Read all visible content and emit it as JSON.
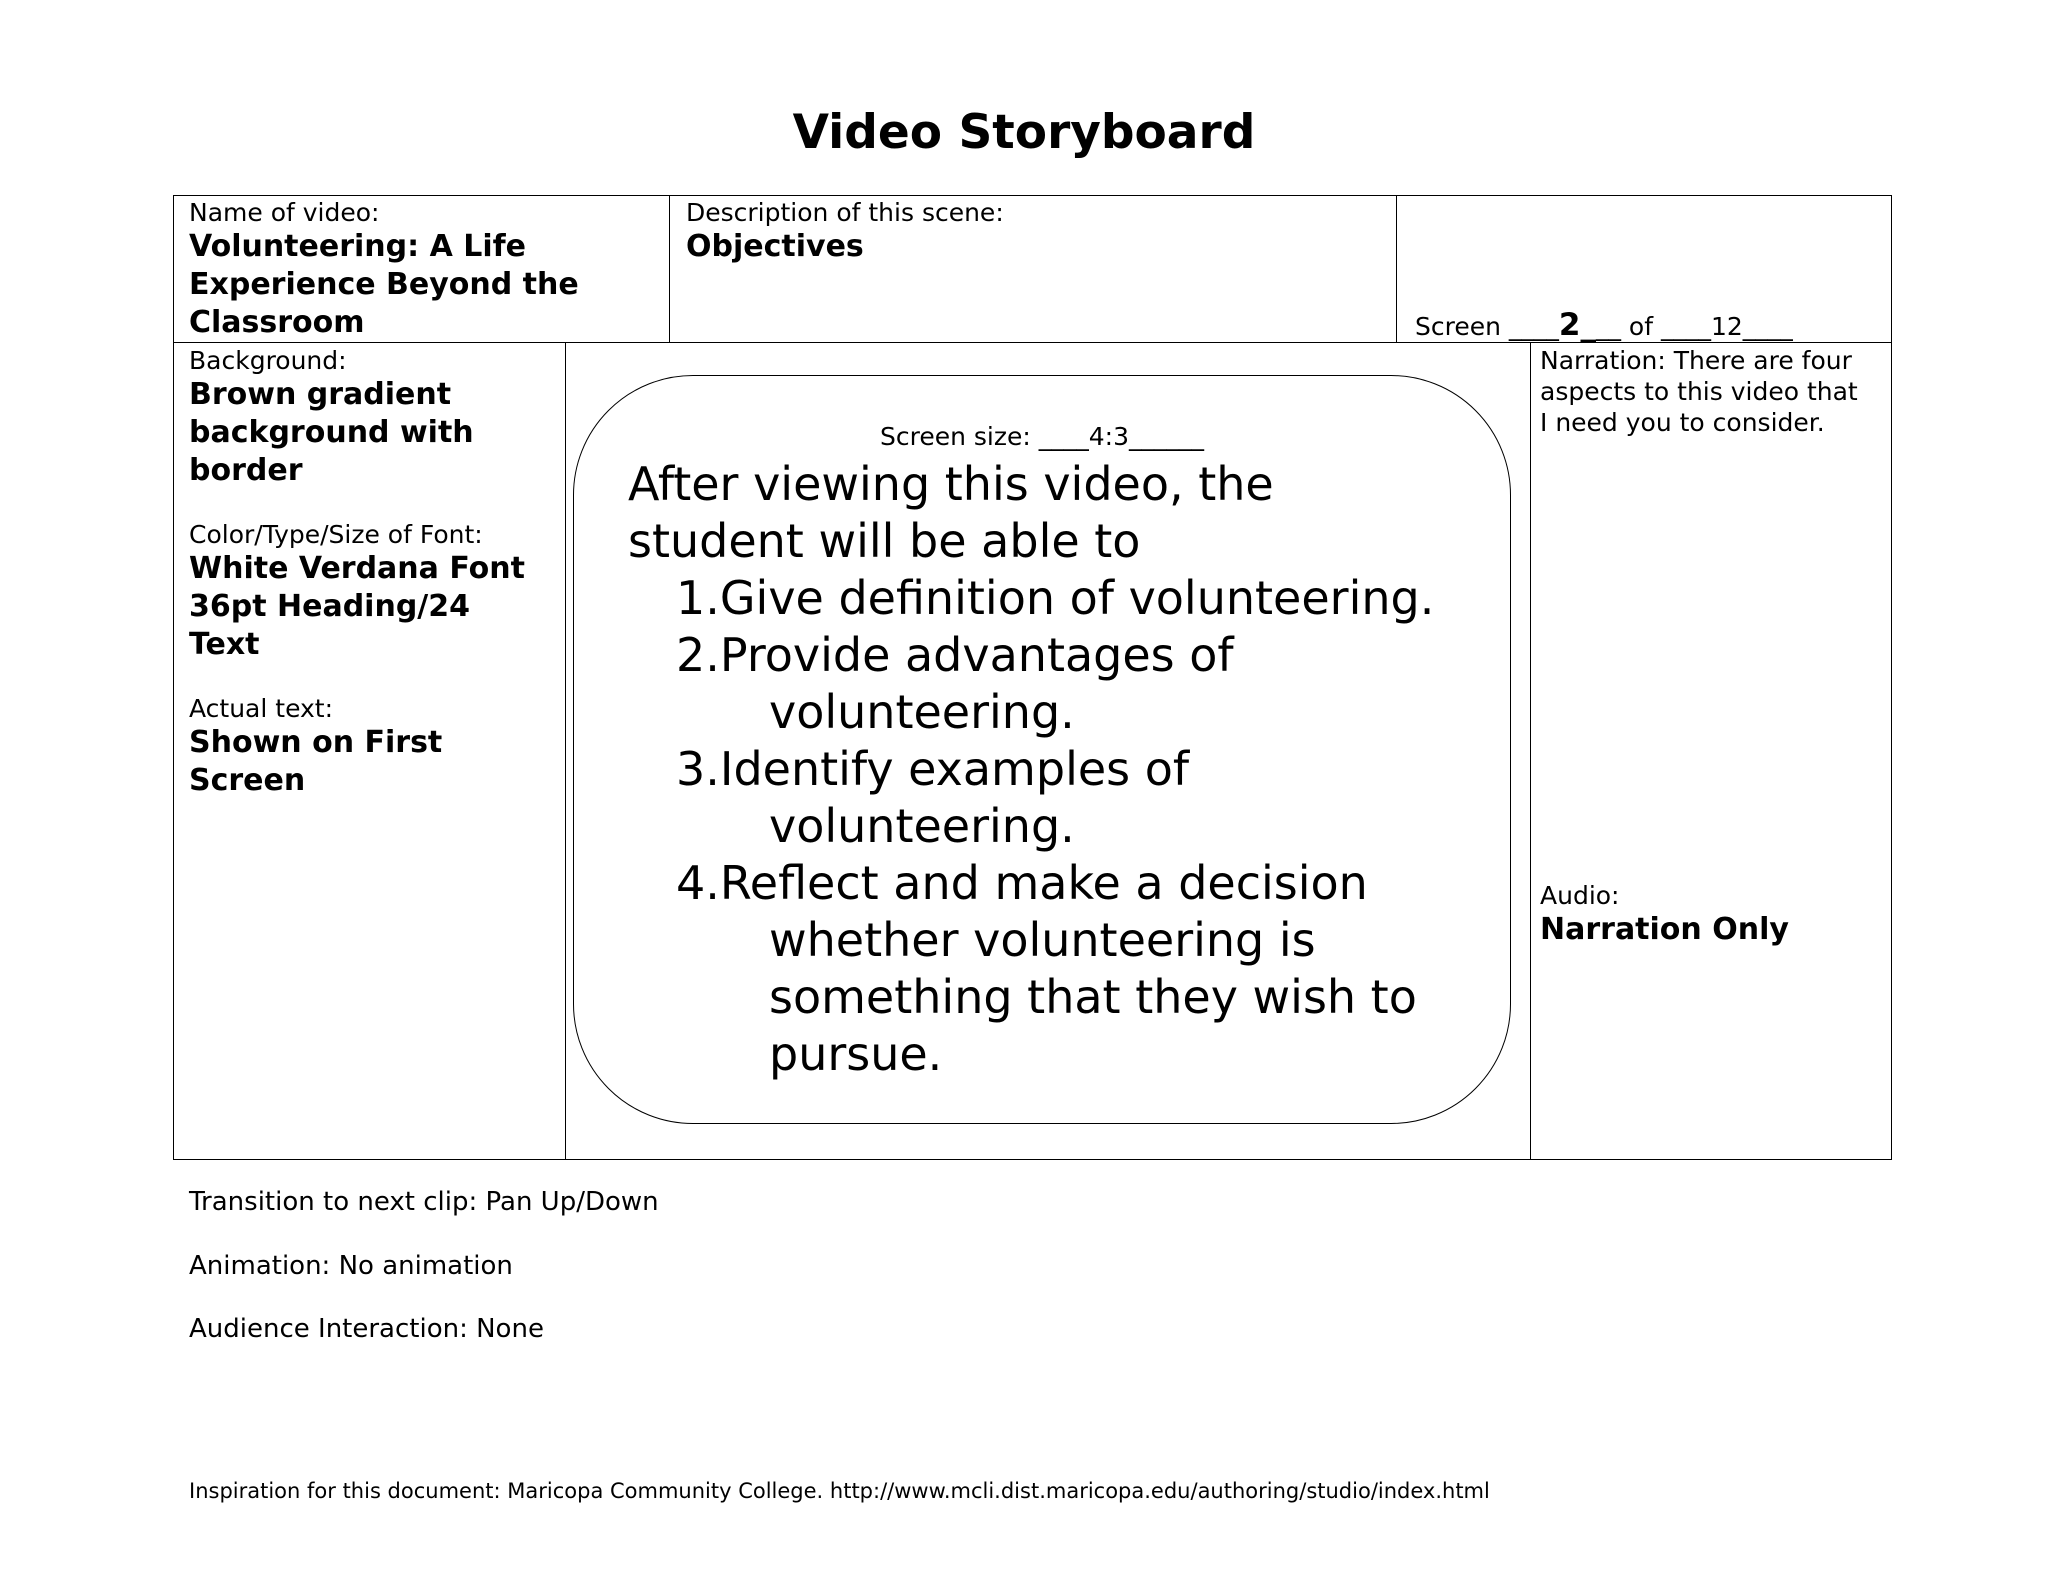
{
  "title": "Video Storyboard",
  "header": {
    "name_label": "Name of video:",
    "name_lines": [
      "Volunteering: A Life",
      "Experience Beyond the",
      "Classroom"
    ],
    "desc_label": "Description of this scene:",
    "desc_value": "Objectives",
    "screen_prefix": "Screen ____",
    "screen_num": "2_",
    "screen_mid": "__ of ____",
    "screen_total": "12____"
  },
  "left": {
    "background_label": "Background:",
    "background_lines": [
      "Brown gradient",
      "background with",
      "border"
    ],
    "font_label": "Color/Type/Size of Font:",
    "font_lines": [
      "White Verdana Font",
      "36pt Heading/24",
      "Text"
    ],
    "actual_label": "Actual text:",
    "actual_lines": [
      "Shown on First",
      "Screen"
    ]
  },
  "center": {
    "screen_size": "Screen size: ____4:3______",
    "intro_lines": [
      "After viewing this video, the",
      "student will be able to"
    ],
    "items": [
      {
        "num": "1.",
        "lines": [
          "Give definition of volunteering."
        ]
      },
      {
        "num": "2.",
        "lines": [
          "Provide advantages of",
          "volunteering."
        ]
      },
      {
        "num": "3.",
        "lines": [
          "Identify examples of",
          "volunteering."
        ]
      },
      {
        "num": "4.",
        "lines": [
          "Reflect and make a decision",
          "whether volunteering is",
          "something that they wish to",
          "pursue."
        ]
      }
    ]
  },
  "right": {
    "narration_lines": [
      "Narration: There are four",
      "aspects to this video that",
      "I need you to consider."
    ],
    "audio_label": "Audio:",
    "audio_value": "Narration Only"
  },
  "footer": {
    "transition": "Transition to next clip: Pan Up/Down",
    "animation": "Animation: No animation",
    "interaction": "Audience Interaction: None",
    "inspiration": "Inspiration for this document: Maricopa Community College. http://www.mcli.dist.maricopa.edu/authoring/studio/index.html"
  }
}
